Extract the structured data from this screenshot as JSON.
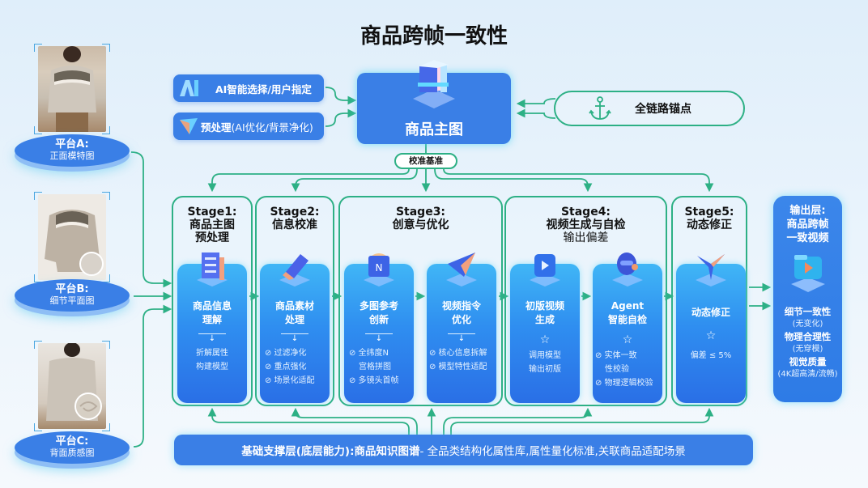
{
  "title": "商品跨帧一致性",
  "colors": {
    "primary_blue": "#3a7fe6",
    "connector_green": "#2db085",
    "background": "#e6f1fb"
  },
  "platforms": [
    {
      "name": "平台A:",
      "desc": "正面模特图"
    },
    {
      "name": "平台B:",
      "desc": "细节平面图"
    },
    {
      "name": "平台C:",
      "desc": "背面质感图"
    }
  ],
  "inputs": {
    "ai_select": "AI智能选择/用户指定",
    "preprocess_bold": "预处理",
    "preprocess_rest": "(AI优化/背景净化)"
  },
  "main_image": {
    "label": "商品主图",
    "icon": "layers-3d-icon"
  },
  "anchor": {
    "label": "全链路锚点",
    "icon": "anchor-icon"
  },
  "calibration": "校准基准",
  "stages": [
    {
      "title": "Stage1:",
      "subtitle": [
        "商品主图",
        "预处理"
      ],
      "note": ""
    },
    {
      "title": "Stage2:",
      "subtitle": [
        "信息校准"
      ],
      "note": ""
    },
    {
      "title": "Stage3:",
      "subtitle": [
        "创意与优化"
      ],
      "note": ""
    },
    {
      "title": "Stage4:",
      "subtitle": [
        "视频生成与自检"
      ],
      "note": "输出偏差"
    },
    {
      "title": "Stage5:",
      "subtitle": [
        "动态修正"
      ],
      "note": ""
    }
  ],
  "cards": [
    {
      "head": [
        "商品信息",
        "理解"
      ],
      "marker": "↓",
      "items": [
        "折解属性",
        "构建模型"
      ],
      "checked": false,
      "icon": "document-stack-icon"
    },
    {
      "head": [
        "商品素材",
        "处理"
      ],
      "marker": "↓",
      "items": [
        "⊘ 过滤净化",
        "⊘ 重点强化",
        "⊘ 场景化适配"
      ],
      "checked": true,
      "icon": "eraser-icon"
    },
    {
      "head": [
        "多图参考",
        "创新"
      ],
      "marker": "↓",
      "items": [
        "⊘ 全纬度N",
        "宫格拼图",
        "⊘ 多镜头首帧"
      ],
      "checked": true,
      "icon": "n-folder-icon"
    },
    {
      "head": [
        "视频指令",
        "优化"
      ],
      "marker": "↓",
      "items": [
        "⊘ 核心信息拆解",
        "⊘ 模型特性适配"
      ],
      "checked": true,
      "icon": "paper-plane-icon"
    },
    {
      "head": [
        "初版视频",
        "生成"
      ],
      "marker": "☆",
      "items": [
        "调用模型",
        "输出初版"
      ],
      "checked": false,
      "icon": "video-folder-icon"
    },
    {
      "head": [
        "Agent",
        "智能自检"
      ],
      "marker": "☆",
      "items": [
        "⊘ 实体一致",
        "性校验",
        "⊘ 物理逻辑校验"
      ],
      "checked": true,
      "icon": "robot-head-icon"
    },
    {
      "head": [
        "动态修正"
      ],
      "marker": "☆",
      "items": [
        "偏差 ≤ 5%"
      ],
      "checked": false,
      "icon": "bird-logo-icon"
    }
  ],
  "output": {
    "head": [
      "输出层:",
      "商品跨帧",
      "一致视频"
    ],
    "qualities": [
      {
        "label": "细节一致性",
        "sub": "(无变化)"
      },
      {
        "label": "物理合理性",
        "sub": "(无穿模)"
      },
      {
        "label": "视觉质量",
        "sub": "(4K超高清/流畅)"
      }
    ]
  },
  "foundation": {
    "bold": "基础支撑层(底层能力):商品知识图谱",
    "rest": " - 全品类结构化属性库,属性量化标准,关联商品适配场景"
  }
}
